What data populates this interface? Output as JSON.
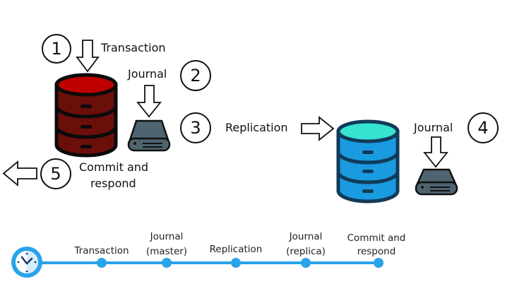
{
  "diagram": {
    "steps": [
      {
        "number": "1",
        "label": "Transaction"
      },
      {
        "number": "2",
        "label": "Journal"
      },
      {
        "number": "3",
        "label": "Replication"
      },
      {
        "number": "4",
        "label": "Journal"
      },
      {
        "number": "5",
        "label_line1": "Commit and",
        "label_line2": "respond"
      }
    ],
    "master_db": {
      "role": "master",
      "top_color": "#c00000",
      "body_color": "#6b0f0a"
    },
    "replica_db": {
      "role": "replica",
      "top_color": "#35e3d0",
      "body_color": "#1a9be0"
    },
    "outline_color": "#0b0b0b",
    "replica_outline_color": "#123a5a",
    "disk_color": "#4f6470"
  },
  "timeline": {
    "accent_color": "#29a3ea",
    "icon": "clock-icon",
    "events": [
      {
        "line1": "",
        "line2": "Transaction"
      },
      {
        "line1": "Journal",
        "line2": "(master)"
      },
      {
        "line1": "",
        "line2": "Replication"
      },
      {
        "line1": "Journal",
        "line2": "(replica)"
      },
      {
        "line1": "Commit and",
        "line2": "respond"
      }
    ]
  }
}
